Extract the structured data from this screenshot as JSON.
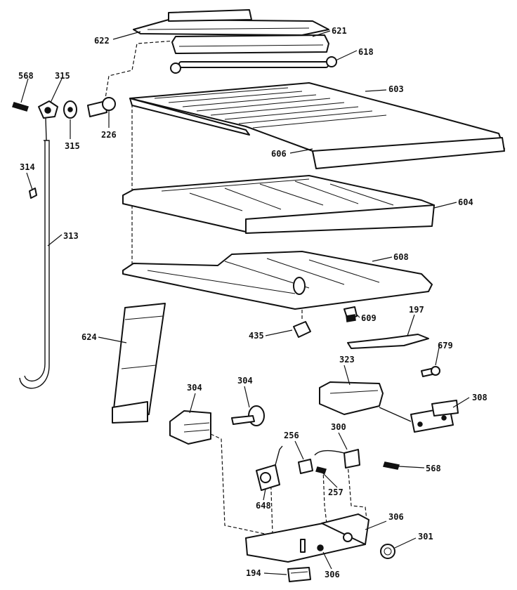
{
  "labels": {
    "p622": "622",
    "p621": "621",
    "p618": "618",
    "p568a": "568",
    "p315a": "315",
    "p315b": "315",
    "p226": "226",
    "p603": "603",
    "p606": "606",
    "p314": "314",
    "p313": "313",
    "p604": "604",
    "p608": "608",
    "p609": "609",
    "p435": "435",
    "p197": "197",
    "p679": "679",
    "p624": "624",
    "p323": "323",
    "p304a": "304",
    "p304b": "304",
    "p308a": "308",
    "p256": "256",
    "p300": "300",
    "p568b": "568",
    "p257": "257",
    "p648": "648",
    "p306a": "306",
    "p301": "301",
    "p194": "194",
    "p306b": "306"
  }
}
